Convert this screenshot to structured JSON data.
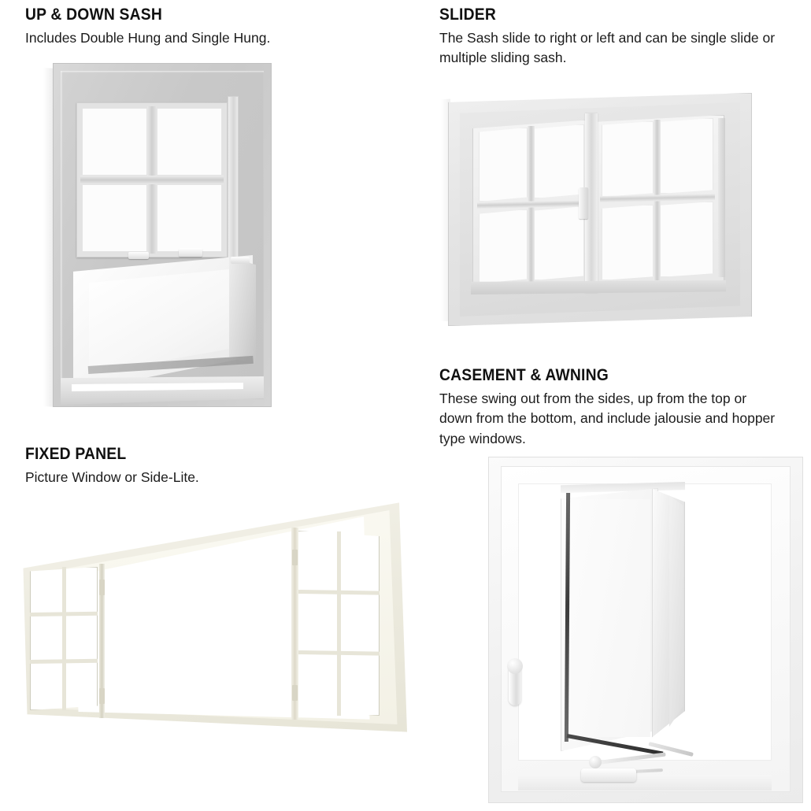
{
  "page": {
    "title": "Window Types",
    "background": "#ffffff",
    "text_color": "#1a1a1a"
  },
  "sections": [
    {
      "id": "up-and-down-sash",
      "heading": "UP & DOWN SASH",
      "description": "Includes Double Hung and Single Hung.",
      "image": {
        "alt": "White vinyl double hung window with the lower sash tilted outward and a four-pane colonial grid in the upper sash",
        "window_type": "Double Hung / Single Hung",
        "frame_color": "#d2d2d2",
        "glass_color": "#fcfcfc",
        "upper_sash_grid": "2 x 2",
        "lower_sash_state": "tilted out"
      }
    },
    {
      "id": "slider",
      "heading": "SLIDER",
      "description": "The Sash slide to right or left and can be single slide or multiple sliding sash.",
      "image": {
        "alt": "White horizontal slider window with two sashes, each divided into four panes, shown in slight perspective",
        "window_type": "Horizontal Slider",
        "frame_color": "#e4e4e4",
        "glass_color": "#fcfcfc",
        "sash_count": 2,
        "sash_grid": "2 x 2"
      }
    },
    {
      "id": "fixed-panel",
      "heading": "FIXED PANEL",
      "description": "Picture Window or Side-Lite.",
      "image": {
        "alt": "Cream coloured picture window with a large fixed centre pane flanked by two six-pane side-lites, shown at a steep angle",
        "window_type": "Picture Window with Side-Lites",
        "frame_color": "#efeee5",
        "glass_color": "#ffffff",
        "side_lite_grid": "2 x 3",
        "side_lite_count": 2
      }
    },
    {
      "id": "casement-and-awning",
      "heading": "CASEMENT & AWNING",
      "description": "These swing out from the sides, up from the top or down from the bottom, and include jalousie and hopper type windows.",
      "image": {
        "alt": "White casement window with the sash cranked open outward, a lock handle on the left jamb and a folding crank operator on the sill",
        "window_type": "Casement / Awning",
        "frame_color": "#f4f4f4",
        "glass_color": "#fbfbfb",
        "hardware": [
          "lock-handle",
          "crank-operator"
        ],
        "sash_state": "swung open"
      }
    }
  ]
}
